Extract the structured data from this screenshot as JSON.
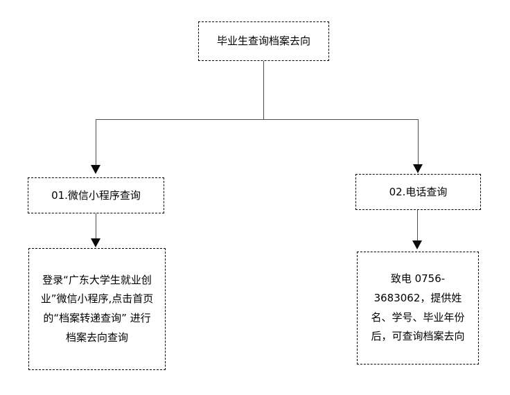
{
  "diagram": {
    "type": "flowchart",
    "root": {
      "label": "毕业生查询档案去向"
    },
    "branches": [
      {
        "id": "01",
        "label": "01.微信小程序查询",
        "detail": "登录“广东大学生就业创业”微信小程序,点击首页的“档案转递查询” 进行档案去向查询"
      },
      {
        "id": "02",
        "label": "02.电话查询",
        "detail": "致电 0756-3683062，提供姓名、学号、毕业年份后，可查询档案去向"
      }
    ],
    "colors": {
      "connector": "#4d4d4d",
      "arrowhead": "#0a0a0a",
      "node_border": "#000000",
      "text": "#000000",
      "background": "#ffffff"
    }
  }
}
